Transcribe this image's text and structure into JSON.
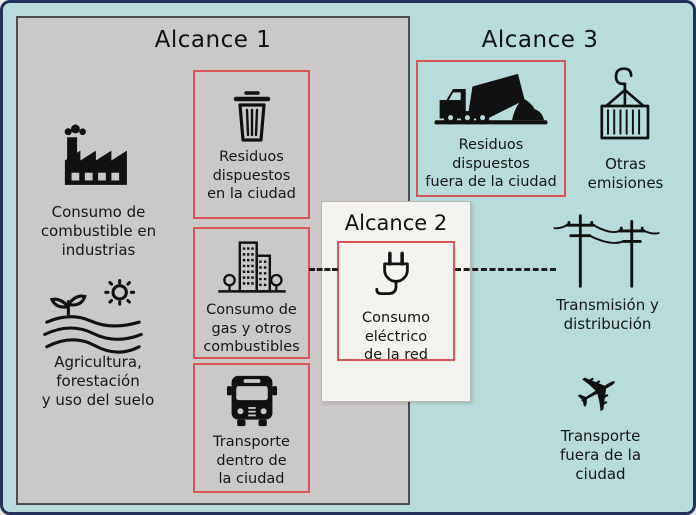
{
  "colors": {
    "background": "#b7dcdb",
    "scope1_panel": "#cbc8c8",
    "scope2_panel": "#f5f3ef",
    "highlight_border": "#d95454",
    "outer_border": "#233059",
    "icon": "#111111"
  },
  "scope1": {
    "title": "Alcance 1",
    "items": [
      {
        "icon": "factory-icon",
        "label": "Consumo de\ncombustible en\nindustrias"
      },
      {
        "icon": "agriculture-icon",
        "label": "Agricultura,\nforestación\ny uso del suelo"
      }
    ],
    "highlighted": [
      {
        "icon": "trash-icon",
        "label": "Residuos\ndispuestos\nen la ciudad"
      },
      {
        "icon": "city-buildings-icon",
        "label": "Consumo de\ngas y otros\ncombustibles"
      },
      {
        "icon": "bus-icon",
        "label": "Transporte\ndentro de\nla ciudad"
      }
    ]
  },
  "scope2": {
    "title": "Alcance 2",
    "highlighted": [
      {
        "icon": "plug-icon",
        "label": "Consumo\neléctrico\nde la red"
      }
    ]
  },
  "scope3": {
    "title": "Alcance 3",
    "highlighted": [
      {
        "icon": "dump-truck-icon",
        "label": "Residuos\ndispuestos\nfuera de la ciudad"
      }
    ],
    "items": [
      {
        "icon": "crane-container-icon",
        "label": "Otras\nemisiones"
      },
      {
        "icon": "power-lines-icon",
        "label": "Transmisión y\ndistribución"
      },
      {
        "icon": "airplane-icon",
        "label": "Transporte\nfuera de la\nciudad"
      }
    ]
  }
}
